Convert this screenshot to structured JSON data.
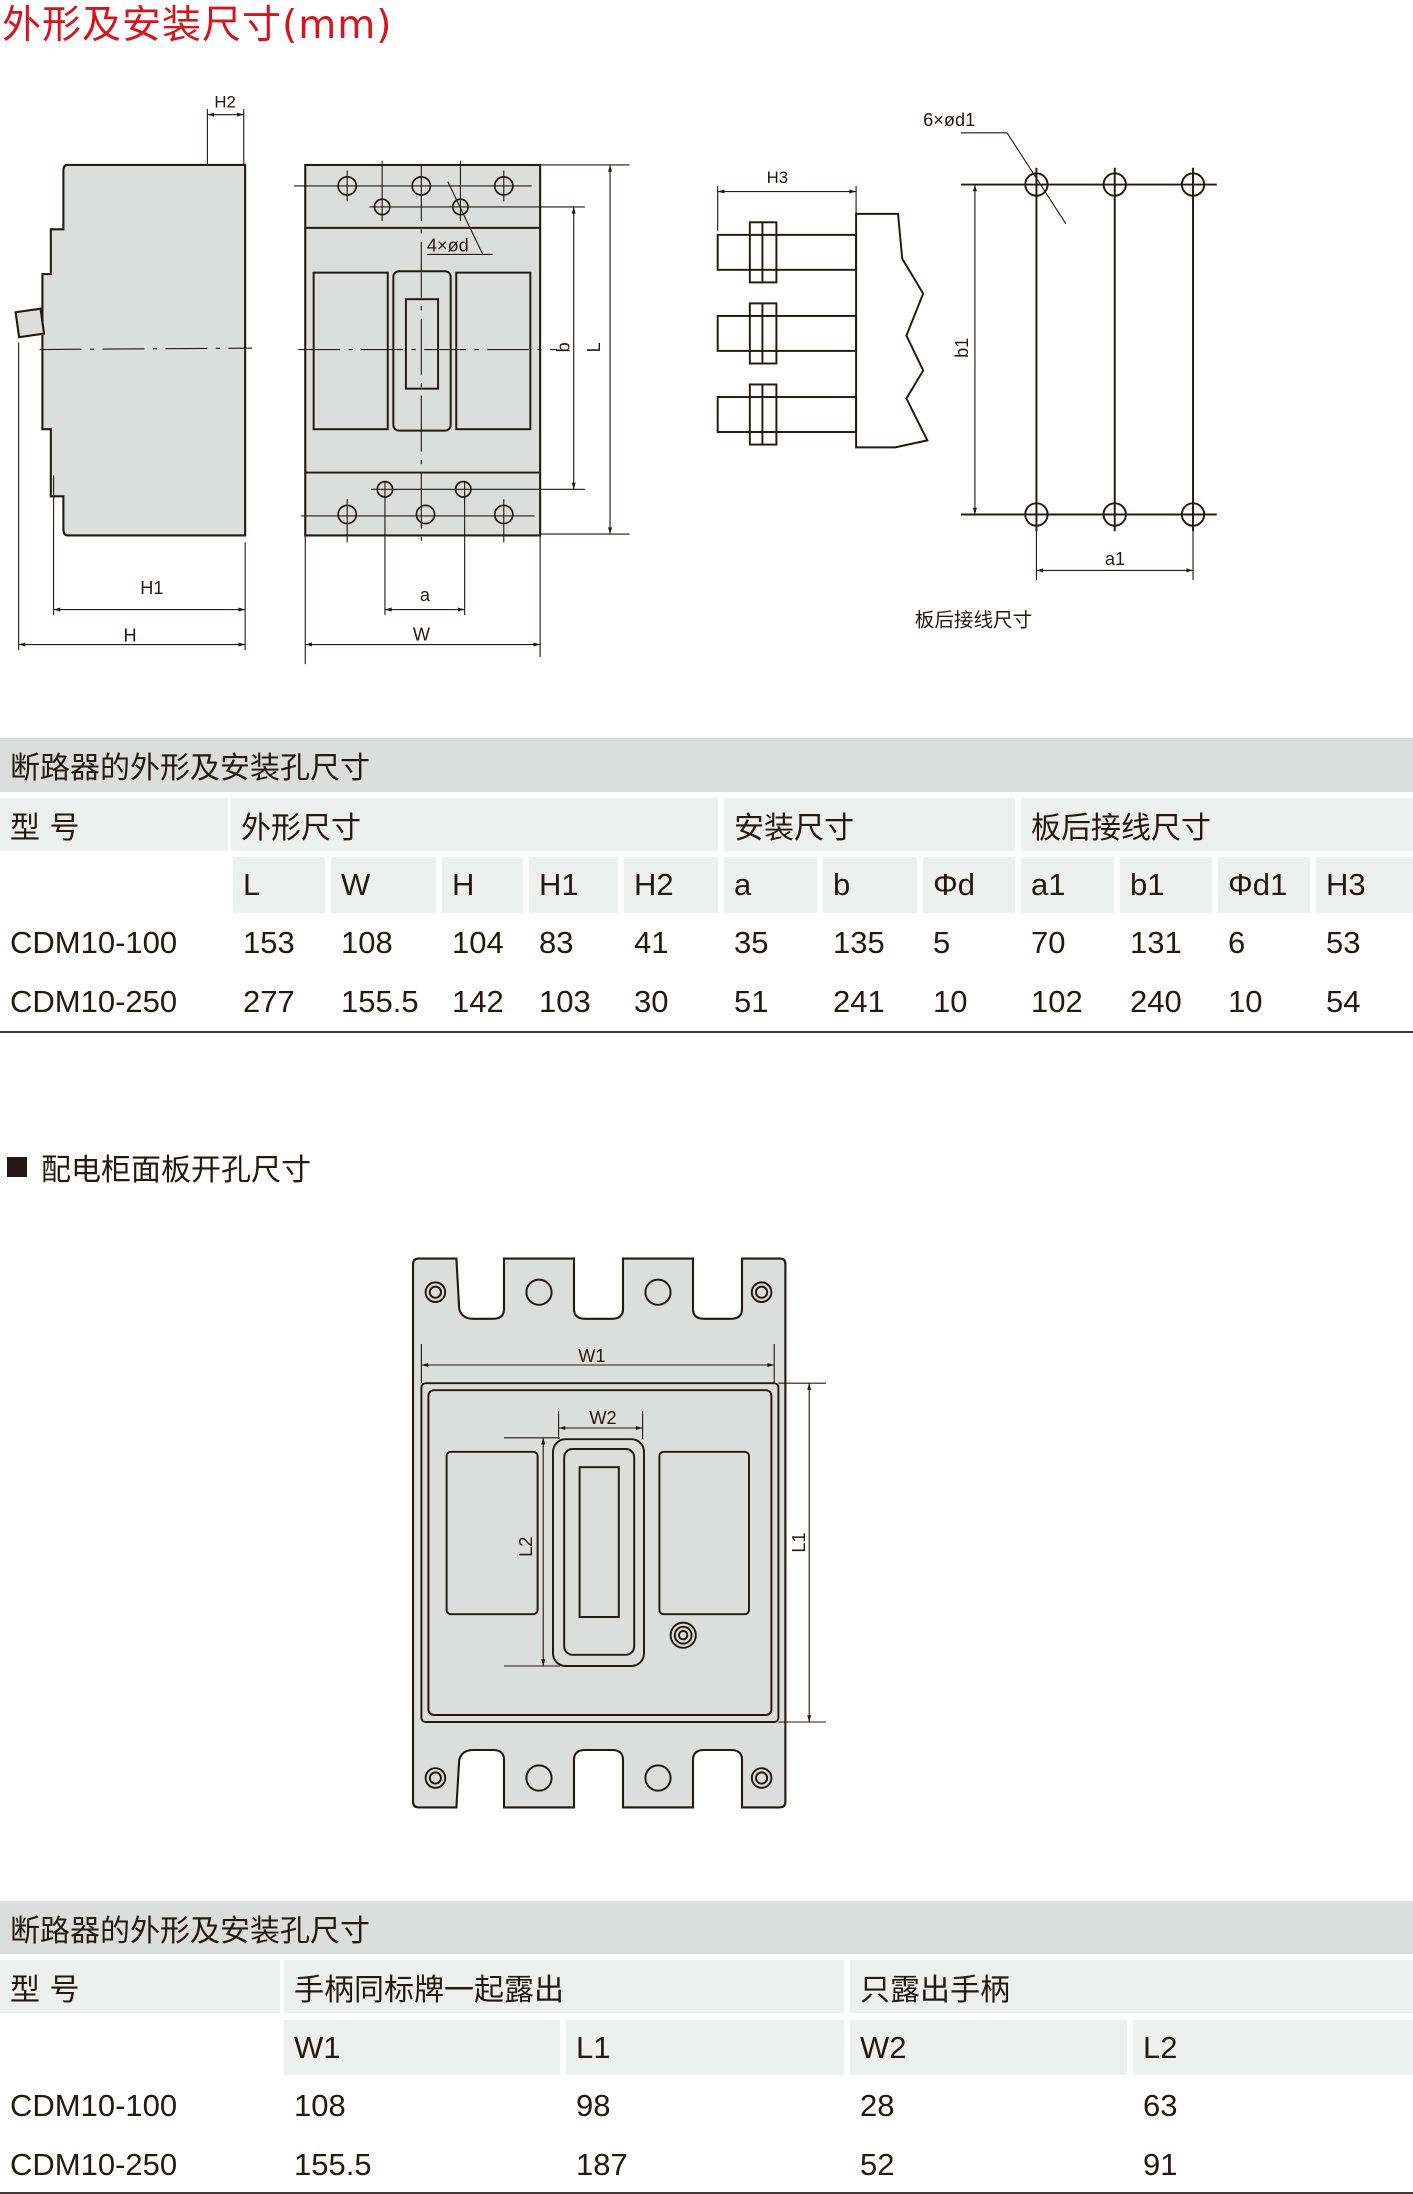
{
  "page_title": "外形及安装尺寸(mm)",
  "drawing_labels": {
    "H2": "H2",
    "H1": "H1",
    "H": "H",
    "a": "a",
    "W": "W",
    "b": "b",
    "L": "L",
    "hole_d": "4×ød",
    "H3": "H3",
    "hole_d1": "6×ød1",
    "b1": "b1",
    "a1": "a1",
    "rear_caption": "板后接线尺寸",
    "W1": "W1",
    "W2": "W2",
    "L1": "L1",
    "L2": "L2"
  },
  "table1": {
    "caption": "断路器的外形及安装孔尺寸",
    "model_header": "型 号",
    "groups": [
      "外形尺寸",
      "安装尺寸",
      "板后接线尺寸"
    ],
    "columns": [
      "L",
      "W",
      "H",
      "H1",
      "H2",
      "a",
      "b",
      "Φd",
      "a1",
      "b1",
      "Φd1",
      "H3"
    ],
    "rows": [
      {
        "model": "CDM10-100",
        "values": [
          "153",
          "108",
          "104",
          "83",
          "41",
          "35",
          "135",
          "5",
          "70",
          "131",
          "6",
          "53"
        ]
      },
      {
        "model": "CDM10-250",
        "values": [
          "277",
          "155.5",
          "142",
          "103",
          "30",
          "51",
          "241",
          "10",
          "102",
          "240",
          "10",
          "54"
        ]
      }
    ]
  },
  "section2_title": "配电柜面板开孔尺寸",
  "table2": {
    "caption": "断路器的外形及安装孔尺寸",
    "model_header": "型 号",
    "groups": [
      "手柄同标牌一起露出",
      "只露出手柄"
    ],
    "columns": [
      "W1",
      "L1",
      "W2",
      "L2"
    ],
    "rows": [
      {
        "model": "CDM10-100",
        "values": [
          "108",
          "98",
          "28",
          "63"
        ]
      },
      {
        "model": "CDM10-250",
        "values": [
          "155.5",
          "187",
          "52",
          "91"
        ]
      }
    ]
  }
}
